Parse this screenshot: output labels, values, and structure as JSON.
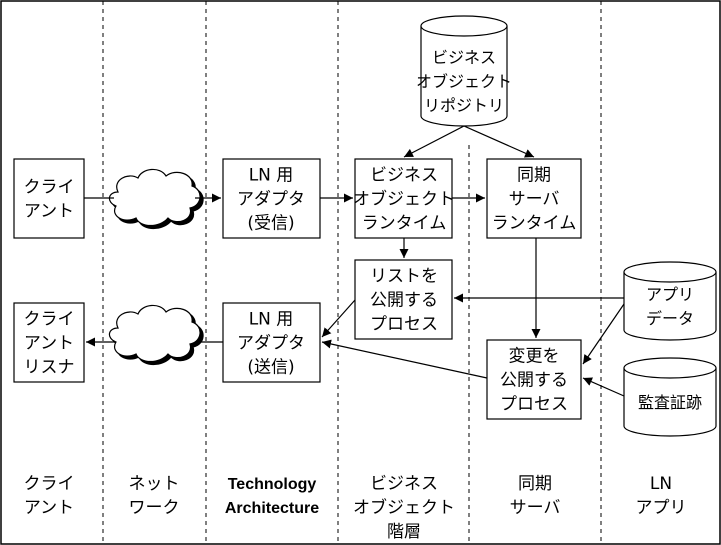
{
  "boxes": {
    "client": [
      "クライ",
      "アント"
    ],
    "client_listener": [
      "クライ",
      "アント",
      "リスナ"
    ],
    "ln_adapter_receive": [
      "LN 用",
      "アダプタ",
      "(受信)"
    ],
    "ln_adapter_send": [
      "LN 用",
      "アダプタ",
      "(送信)"
    ],
    "bo_runtime": [
      "ビジネス",
      "オブジェクト",
      "ランタイム"
    ],
    "list_publish": [
      "リストを",
      "公開する",
      "プロセス"
    ],
    "sync_runtime": [
      "同期",
      "サーバ",
      "ランタイム"
    ],
    "change_publish": [
      "変更を",
      "公開する",
      "プロセス"
    ]
  },
  "databases": {
    "bo_repository": [
      "ビジネス",
      "オブジェクト",
      "リポジトリ"
    ],
    "app_data": [
      "アプリ",
      "データ"
    ],
    "audit_trail": [
      "監査証跡"
    ]
  },
  "columns": [
    {
      "lines": [
        "クライ",
        "アント"
      ],
      "bold": false
    },
    {
      "lines": [
        "ネット",
        "ワーク"
      ],
      "bold": false
    },
    {
      "lines": [
        "Technology",
        "Architecture"
      ],
      "bold": true
    },
    {
      "lines": [
        "ビジネス",
        "オブジェクト",
        "階層"
      ],
      "bold": false
    },
    {
      "lines": [
        "同期",
        "サーバ"
      ],
      "bold": false
    },
    {
      "lines": [
        "LN",
        "アプリ"
      ],
      "bold": false
    }
  ]
}
